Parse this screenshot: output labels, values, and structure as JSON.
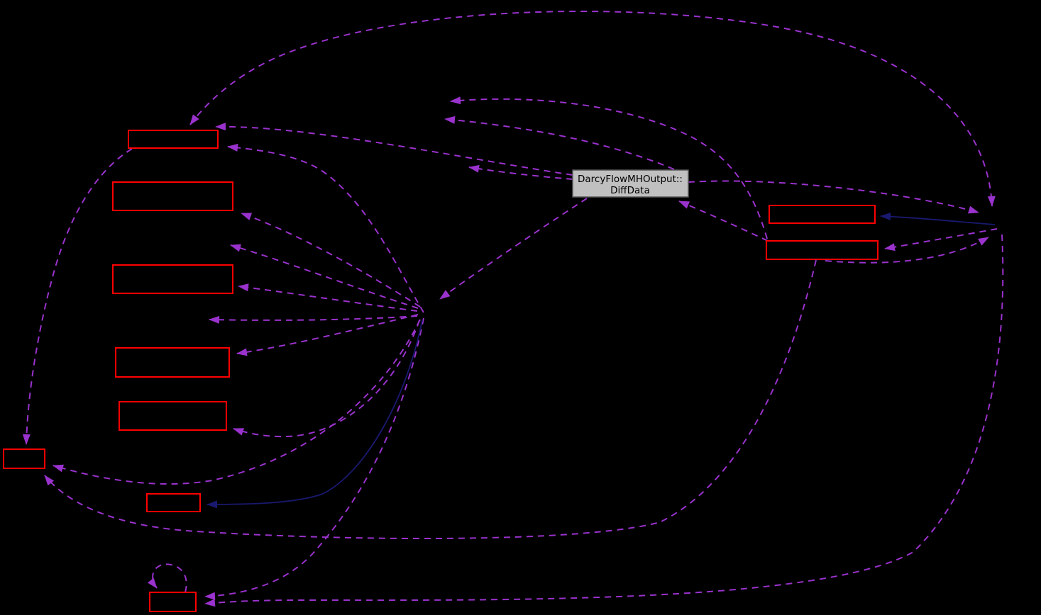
{
  "diagram": {
    "type": "collaboration-graph",
    "background_color": "#000000",
    "focus_node": {
      "label_line1": "DarcyFlowMHOutput::",
      "label_line2": "DiffData",
      "fill_color": "#c0c0c0",
      "border_color": "#595959",
      "text_color": "#000000"
    },
    "class_node_style": {
      "border_color": "#ff0000",
      "fill_color": "#000000",
      "label_visible": false
    },
    "edge_colors": {
      "usage_dashed": "#9a32cd",
      "inheritance_solid": "#191970"
    },
    "nodes": [
      {
        "name": "class-node-top-left",
        "label": ""
      },
      {
        "name": "class-node-left-2",
        "label": ""
      },
      {
        "name": "class-node-left-3",
        "label": ""
      },
      {
        "name": "class-node-left-4",
        "label": ""
      },
      {
        "name": "class-node-left-5",
        "label": ""
      },
      {
        "name": "class-node-far-left",
        "label": ""
      },
      {
        "name": "class-node-lower-left",
        "label": ""
      },
      {
        "name": "class-node-bottom",
        "label": ""
      },
      {
        "name": "class-node-right-upper",
        "label": ""
      },
      {
        "name": "class-node-right-lower",
        "label": ""
      },
      {
        "name": "focus-node",
        "label": "DarcyFlowMHOutput::DiffData"
      },
      {
        "name": "hidden-node-left",
        "label": ""
      },
      {
        "name": "hidden-node-right",
        "label": ""
      },
      {
        "name": "hidden-node-mid-1",
        "label": ""
      },
      {
        "name": "hidden-node-mid-2",
        "label": ""
      },
      {
        "name": "hidden-node-mid-3",
        "label": ""
      },
      {
        "name": "hidden-node-left-2",
        "label": ""
      },
      {
        "name": "hidden-node-left-3",
        "label": ""
      }
    ],
    "edges": [
      {
        "from": "class-node-top-left",
        "to": "hidden-node-right",
        "style": "dashed",
        "bidirectional": true
      },
      {
        "from": "focus-node",
        "to": "class-node-top-left",
        "style": "dashed"
      },
      {
        "from": "hidden-node-left",
        "to": "class-node-top-left",
        "style": "dashed"
      },
      {
        "from": "focus-node",
        "to": "hidden-node-mid-1",
        "style": "dashed"
      },
      {
        "from": "focus-node",
        "to": "hidden-node-mid-2",
        "style": "dashed"
      },
      {
        "from": "class-node-right-lower",
        "to": "hidden-node-mid-3",
        "style": "dashed"
      },
      {
        "from": "focus-node",
        "to": "hidden-node-left",
        "style": "dashed"
      },
      {
        "from": "focus-node",
        "to": "hidden-node-right",
        "style": "dashed"
      },
      {
        "from": "class-node-right-lower",
        "to": "hidden-node-right",
        "style": "dashed"
      },
      {
        "from": "hidden-node-right",
        "to": "class-node-right-lower",
        "style": "dashed"
      },
      {
        "from": "hidden-node-right",
        "to": "class-node-right-upper",
        "style": "solid"
      },
      {
        "from": "class-node-right-lower",
        "to": "focus-node",
        "style": "dashed"
      },
      {
        "from": "class-node-right-lower",
        "to": "class-node-far-left",
        "style": "dashed"
      },
      {
        "from": "hidden-node-right",
        "to": "class-node-bottom",
        "style": "dashed"
      },
      {
        "from": "hidden-node-left",
        "to": "class-node-bottom",
        "style": "dashed"
      },
      {
        "from": "hidden-node-left",
        "to": "class-node-far-left",
        "style": "dashed"
      },
      {
        "from": "hidden-node-left",
        "to": "class-node-lower-left",
        "style": "solid"
      },
      {
        "from": "hidden-node-left",
        "to": "class-node-left-5",
        "style": "dashed"
      },
      {
        "from": "hidden-node-left",
        "to": "class-node-left-4",
        "style": "dashed"
      },
      {
        "from": "hidden-node-left",
        "to": "hidden-node-left-3",
        "style": "dashed"
      },
      {
        "from": "hidden-node-left",
        "to": "class-node-left-3",
        "style": "dashed"
      },
      {
        "from": "hidden-node-left",
        "to": "hidden-node-left-2",
        "style": "dashed"
      },
      {
        "from": "hidden-node-left",
        "to": "class-node-left-2",
        "style": "dashed"
      },
      {
        "from": "class-node-top-left",
        "to": "class-node-far-left",
        "style": "dashed"
      },
      {
        "from": "class-node-bottom",
        "to": "class-node-bottom",
        "style": "dashed"
      }
    ]
  }
}
